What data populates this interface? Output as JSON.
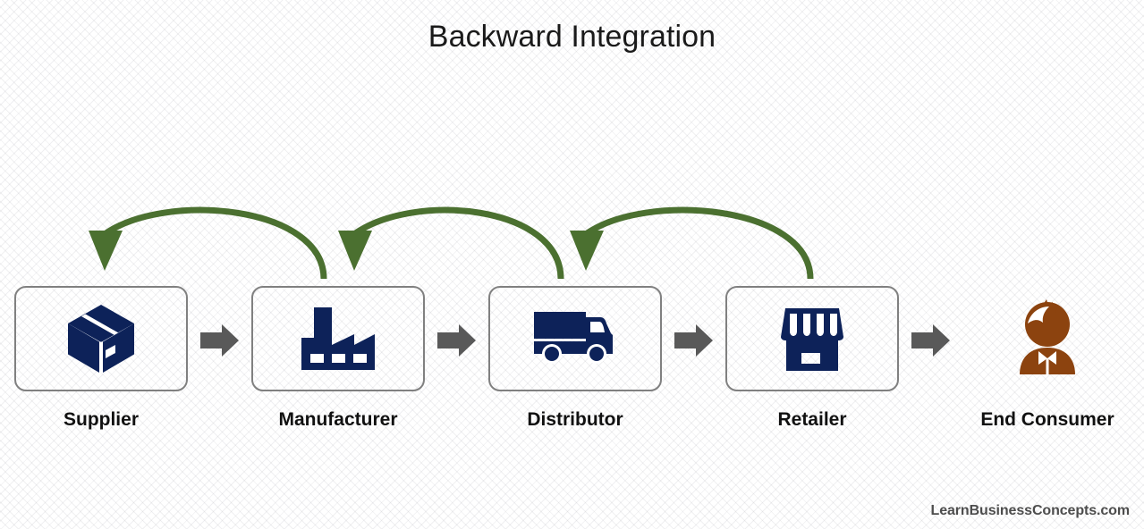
{
  "title": "Backward Integration",
  "watermark": "LearnBusinessConcepts.com",
  "colors": {
    "icon_navy": "#0d2259",
    "icon_brown": "#8c430f",
    "box_border": "#808080",
    "flow_arrow_gray": "#595959",
    "back_arrow_green": "#4b7030",
    "title_text": "#1a1a1a",
    "label_text": "#111111",
    "watermark_text": "#4d4d4d",
    "background": "#ffffff"
  },
  "chain": {
    "nodes": [
      {
        "id": "supplier",
        "label": "Supplier",
        "icon": "package-box-icon",
        "boxed": true
      },
      {
        "id": "manufacturer",
        "label": "Manufacturer",
        "icon": "factory-icon",
        "boxed": true
      },
      {
        "id": "distributor",
        "label": "Distributor",
        "icon": "delivery-truck-icon",
        "boxed": true
      },
      {
        "id": "retailer",
        "label": "Retailer",
        "icon": "storefront-icon",
        "boxed": true
      },
      {
        "id": "end-consumer",
        "label": "End Consumer",
        "icon": "person-customer-icon",
        "boxed": false
      }
    ],
    "flow_arrows": [
      {
        "id": "arrow-supplier-to-manufacturer",
        "direction": "right"
      },
      {
        "id": "arrow-manufacturer-to-distributor",
        "direction": "right"
      },
      {
        "id": "arrow-distributor-to-retailer",
        "direction": "right"
      },
      {
        "id": "arrow-retailer-to-end-consumer",
        "direction": "right"
      }
    ],
    "backward_arrows": [
      {
        "id": "back-arc-manufacturer-to-supplier",
        "from": "manufacturer",
        "to": "supplier"
      },
      {
        "id": "back-arc-distributor-to-manufacturer",
        "from": "distributor",
        "to": "manufacturer"
      },
      {
        "id": "back-arc-retailer-to-distributor",
        "from": "retailer",
        "to": "distributor"
      }
    ]
  }
}
